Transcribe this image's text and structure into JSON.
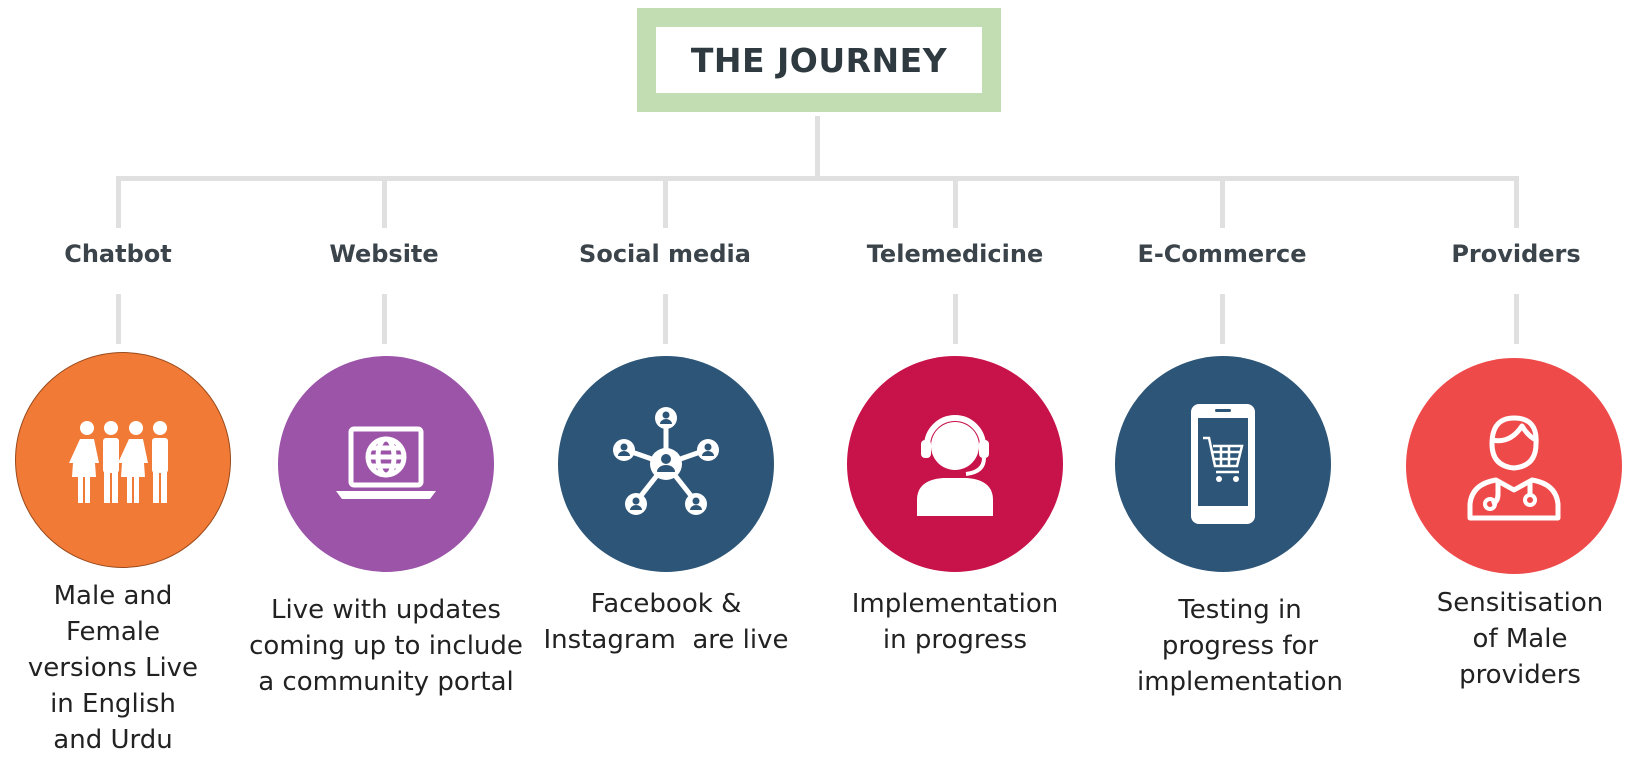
{
  "title": "THE JOURNEY",
  "columns": [
    {
      "label": "Chatbot",
      "icon": "people-group-icon",
      "color": "#f07a36",
      "desc": [
        "Male and",
        "Female",
        "versions Live",
        "in English",
        "and Urdu"
      ]
    },
    {
      "label": "Website",
      "icon": "laptop-globe-icon",
      "color": "#9b54a8",
      "desc": [
        "Live with updates",
        "coming up to include",
        "a community portal"
      ]
    },
    {
      "label": "Social media",
      "icon": "social-network-icon",
      "color": "#2c5577",
      "desc": [
        "Facebook &",
        "Instagram  are live"
      ]
    },
    {
      "label": "Telemedicine",
      "icon": "headset-agent-icon",
      "color": "#c8124a",
      "desc": [
        "Implementation",
        "in progress"
      ]
    },
    {
      "label": "E-Commerce",
      "icon": "mobile-cart-icon",
      "color": "#2c5577",
      "desc": [
        "Testing in",
        "progress for",
        "implementation"
      ]
    },
    {
      "label": "Providers",
      "icon": "doctor-stethoscope-icon",
      "color": "#ef4a4a",
      "desc": [
        "Sensitisation",
        "of Male",
        "providers"
      ]
    }
  ]
}
